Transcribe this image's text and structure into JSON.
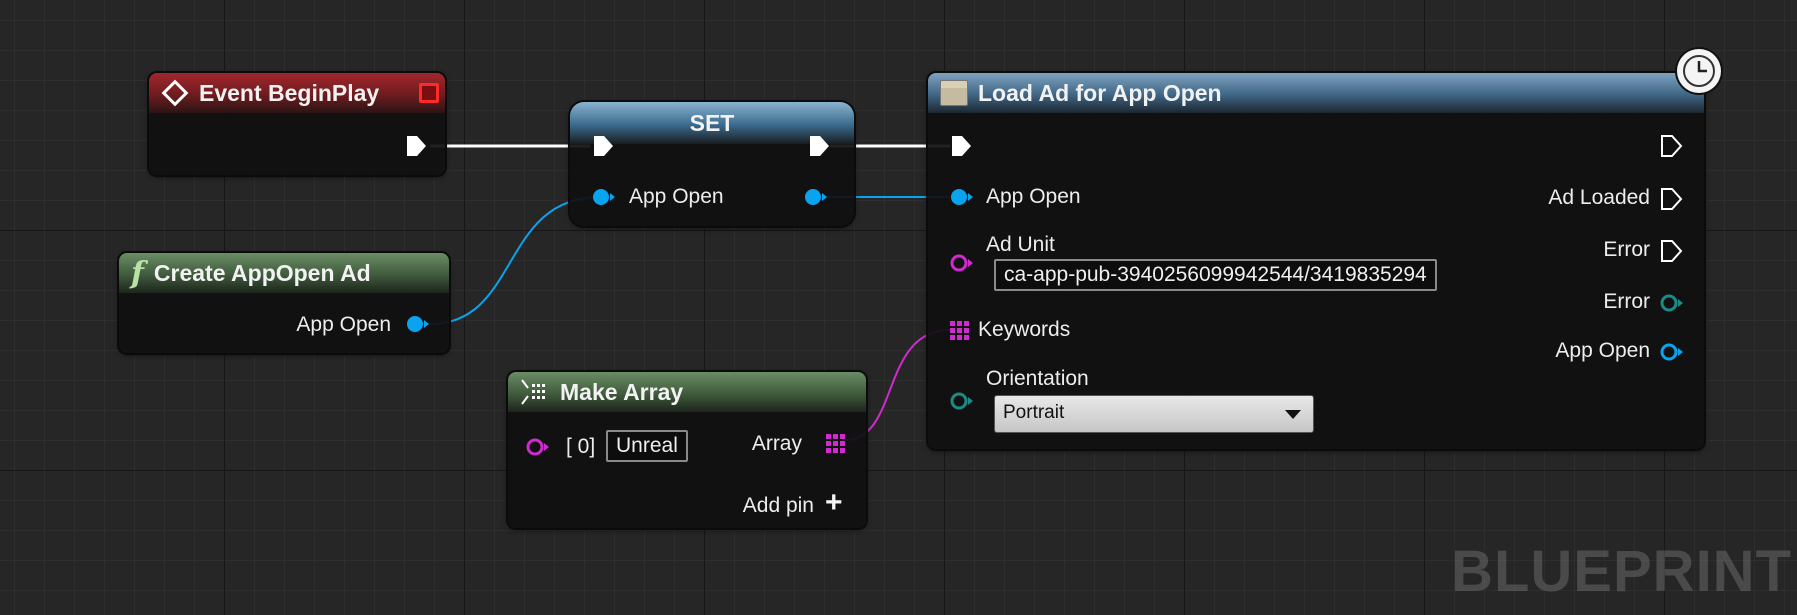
{
  "watermark": "BLUEPRINT",
  "colors": {
    "exec_wire": "#ffffff",
    "object_pin": "#0aa3ef",
    "string_pin": "#d02ad0",
    "teal_pin": "#1e8a86",
    "event_header": "#a0272c",
    "function_header": "#6b8d66",
    "async_header": "#3f6585"
  },
  "nodes": {
    "event_begin_play": {
      "title": "Event BeginPlay",
      "icon": "event-diamond-icon"
    },
    "create_appopen": {
      "title": "Create AppOpen Ad",
      "icon": "function-icon",
      "out_label": "App Open"
    },
    "set": {
      "title": "SET",
      "in_label": "App Open"
    },
    "make_array": {
      "title": "Make Array",
      "icon": "array-icon",
      "index_label": "[ 0]",
      "element_value": "Unreal",
      "out_label": "Array",
      "add_pin_label": "Add pin"
    },
    "load_ad": {
      "title": "Load Ad for App Open",
      "icon": "macro-box-icon",
      "in_app_open": "App Open",
      "ad_unit_label": "Ad Unit",
      "ad_unit_value": "ca-app-pub-3940256099942544/3419835294",
      "keywords_label": "Keywords",
      "orientation_label": "Orientation",
      "orientation_value": "Portrait",
      "out_ad_loaded": "Ad Loaded",
      "out_error_exec": "Error",
      "out_error_delegate": "Error",
      "out_app_open": "App Open"
    }
  }
}
